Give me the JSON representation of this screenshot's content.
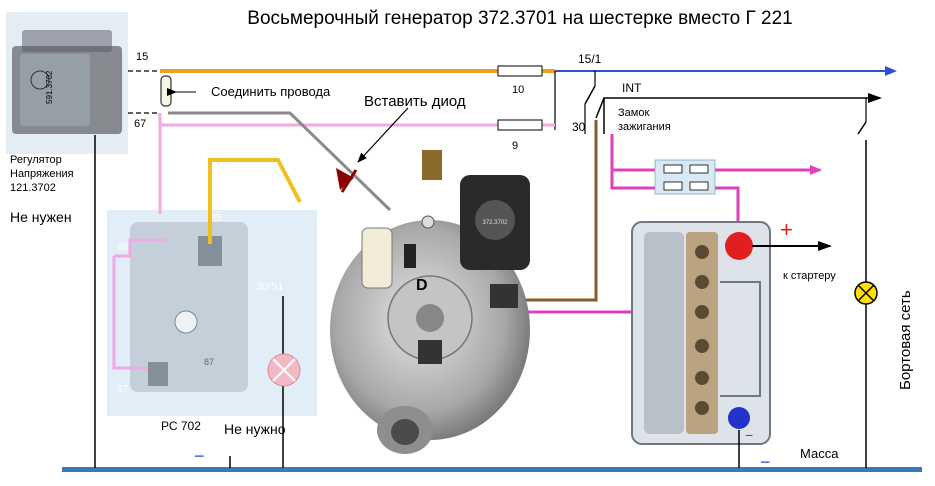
{
  "title": "Восьмерочный генератор 372.3701 на шестерке вместо Г 221",
  "regulator": {
    "part_number": "591.3702",
    "caption_line1": "Регулятор",
    "caption_line2": "Напряжения",
    "caption_line3": "121.3702",
    "not_needed": "Не нужен",
    "term_15": "15",
    "term_67": "67"
  },
  "relay": {
    "name": "РС 702",
    "not_needed": "Не нужно",
    "pin_85": "85",
    "pin_86": "86",
    "pin_87": "87",
    "pin_30_51": "30/51",
    "inner_87": "87"
  },
  "annotations": {
    "connect_wires": "Соединить провода",
    "insert_diode": "Вставить диод",
    "generator_terminal": "D",
    "regulator_part": "372.3702"
  },
  "fuses": {
    "fuse_10": "10",
    "fuse_9": "9"
  },
  "ignition": {
    "term_15_1": "15/1",
    "term_int": "INT",
    "term_30": "30",
    "lock_line1": "Замок",
    "lock_line2": "зажигания"
  },
  "battery": {
    "plus": "+",
    "minus": "−",
    "to_starter": "к стартеру"
  },
  "network": {
    "onboard": "Бортовая сеть",
    "ground": "Масса",
    "minus_left": "−",
    "minus_right": "−"
  },
  "colors": {
    "orange_wire": "#f0a020",
    "blue_wire": "#2e4fd8",
    "pink_wire": "#e040c0",
    "light_pink_wire": "#f3a8e4",
    "brown_wire": "#8b5a2b",
    "yellow_wire": "#f0c020",
    "ground_bus": "#3b78b8",
    "lamp_yellow": "#ffe100",
    "battery_red": "#e02020"
  }
}
